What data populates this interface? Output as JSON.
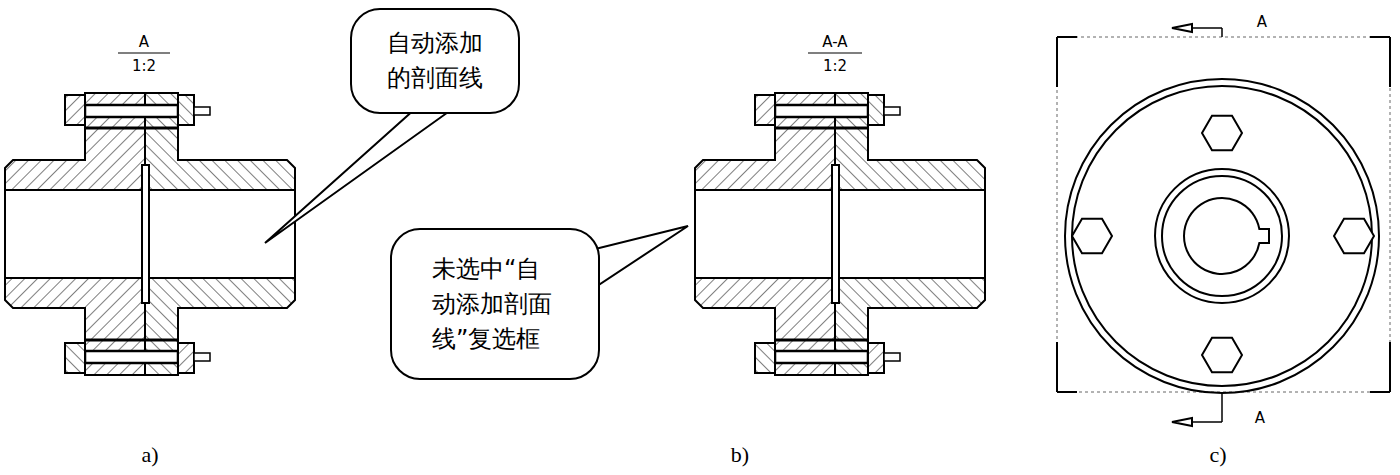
{
  "diagram": {
    "nodes": [
      {
        "text": [
          "自动添加的剖面线"
        ]
      },
      {
        "text": [
          "未选中“自动添加剖面线”复选框"
        ]
      }
    ],
    "labels": [
      "A",
      "1:2",
      "A-A",
      "1:2",
      "A",
      "A",
      "a)",
      "b)",
      "c)"
    ]
  }
}
